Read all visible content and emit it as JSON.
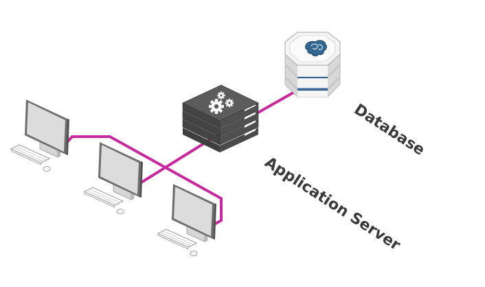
{
  "diagram": {
    "title": "",
    "accent_color": "#c52a9c",
    "nodes": {
      "database": {
        "label": "Database",
        "icon": "postgresql-elephant-icon",
        "style": {
          "body": "#f2f2f2",
          "side": "#cfcfcf",
          "stripe": "#2f5f8f",
          "logo": "#336791"
        }
      },
      "app_server": {
        "label": "Application Server",
        "icon": "gears-icon",
        "style": {
          "top": "#5a5a5a",
          "side": "#3e3e3e",
          "front": "#474747",
          "led": "#ffffff"
        }
      },
      "clients": [
        {
          "id": "client-1",
          "icon": "desktop-computer-icon"
        },
        {
          "id": "client-2",
          "icon": "desktop-computer-icon"
        },
        {
          "id": "client-3",
          "icon": "desktop-computer-icon"
        }
      ]
    },
    "connections": [
      {
        "from": "app_server",
        "to": "database"
      },
      {
        "from": "client-1",
        "to": "client-3"
      },
      {
        "from": "client-2",
        "to": "app_server"
      }
    ]
  }
}
